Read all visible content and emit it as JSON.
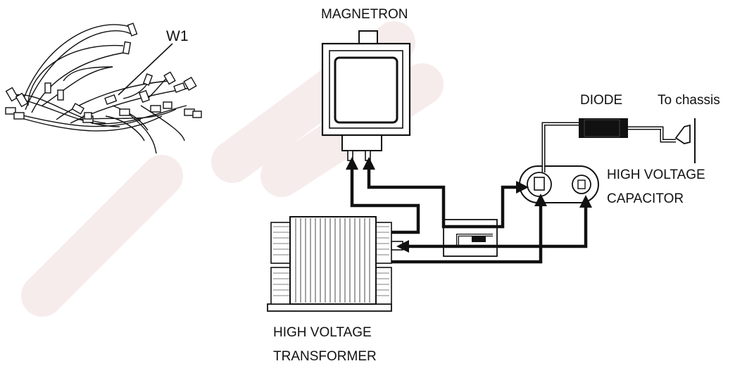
{
  "labels": {
    "magnetron": "MAGNETRON",
    "w1": "W1",
    "diode": "DIODE",
    "to_chassis": "To chassis",
    "capacitor_line1": "HIGH VOLTAGE",
    "capacitor_line2": "CAPACITOR",
    "transformer_line1": "HIGH VOLTAGE",
    "transformer_line2": "TRANSFORMER"
  },
  "colors": {
    "ink": "#111111",
    "watermark": "#f7ecec",
    "background": "#ffffff"
  }
}
